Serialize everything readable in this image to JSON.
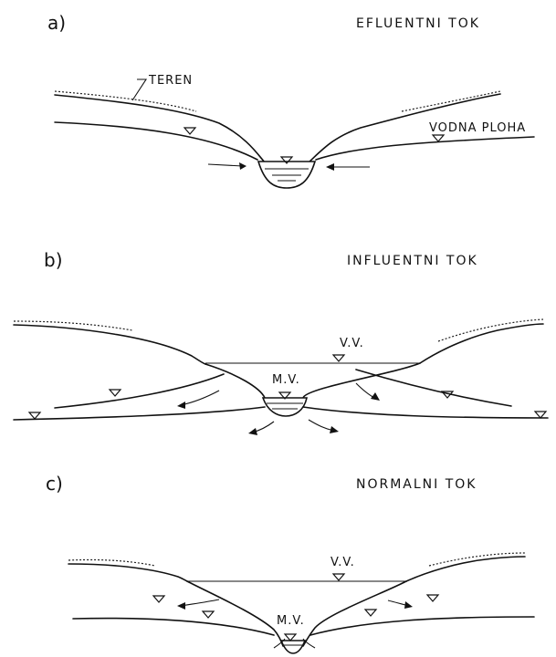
{
  "panels": {
    "a": {
      "letter": "a)",
      "title": "EFLUENTNI TOK",
      "terrain_label": "TEREN",
      "water_table_label": "VODNA PLOHA"
    },
    "b": {
      "letter": "b)",
      "title": "INFLUENTNI TOK",
      "high_water_label": "V.V.",
      "low_water_label": "M.V."
    },
    "c": {
      "letter": "c)",
      "title": "NORMALNI TOK",
      "high_water_label": "V.V.",
      "low_water_label": "M.V."
    }
  },
  "colors": {
    "ink": "#111111",
    "background": "#ffffff"
  }
}
